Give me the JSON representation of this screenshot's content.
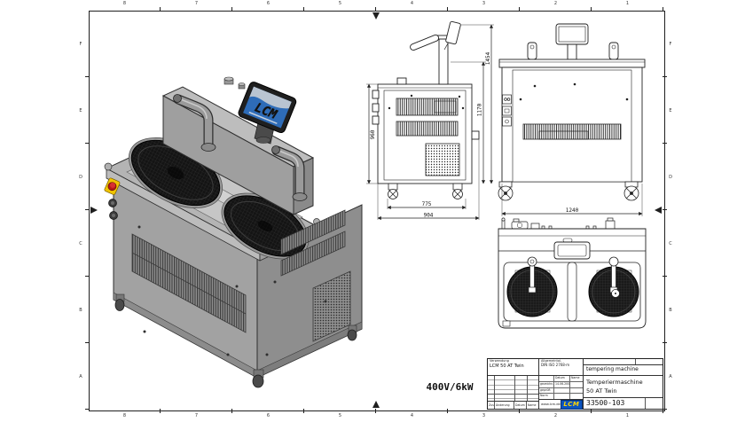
{
  "sheet": {
    "background": "#ffffff",
    "line_color": "#1f1f1f",
    "grid_letters": [
      "F",
      "E",
      "D",
      "C",
      "B",
      "A"
    ],
    "grid_numbers": [
      "8",
      "7",
      "6",
      "5",
      "4",
      "3",
      "2",
      "1"
    ],
    "power_label": "400V/6kW"
  },
  "machine": {
    "display_logo": "LCM",
    "display_screen_color": "#2e6cb8",
    "logo_yellow": "#ffd400",
    "estop_red": "#c01818",
    "body_grey": "#a2a2a2",
    "bowl_black": "#151515"
  },
  "dims": {
    "side_height": "960",
    "side_total_height": "1454",
    "side_upper_height": "1170",
    "side_depth_inner": "775",
    "side_depth_outer": "904",
    "front_width": "1240"
  },
  "title_block": {
    "verwendung_label": "Verwendung",
    "verwendung_value": "LCM 50 AT Twin",
    "tol_label": "Allgemeintol.",
    "tol_value": "DIN ISO 2768-m",
    "header_datum": "Datum",
    "header_name": "Name",
    "row_drawn": "gezeichn.",
    "row_drawn_date": "14.06.2004",
    "row_checked": "geprüft",
    "row_norm": "Norm",
    "website": "www.lcm.de",
    "logo": "LCM",
    "title_en": "tempering machine",
    "title_de_1": "Temperiermaschine",
    "title_de_2": "50 AT Twin",
    "number": "33500-103",
    "rev_zust": "Zust.",
    "rev_aenderung": "Änderung",
    "rev_datum": "Datum",
    "rev_name": "Name"
  }
}
